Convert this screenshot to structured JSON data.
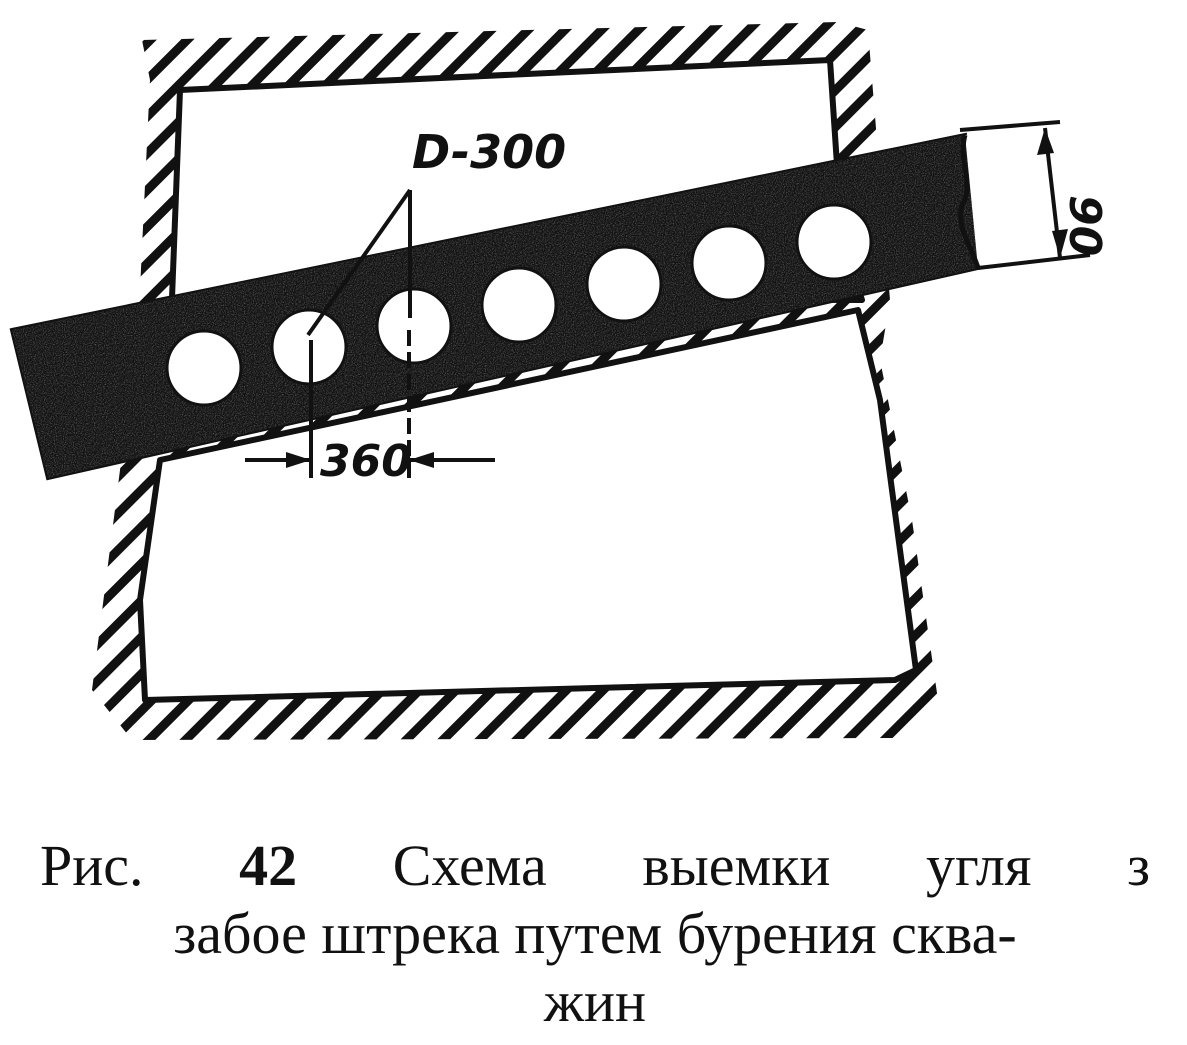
{
  "diagram": {
    "hole_diameter_label": "D-300",
    "hole_spacing_label": "360",
    "seam_thickness_label": "90",
    "hole_count": 7,
    "colors": {
      "ink": "#111111",
      "paper": "#ffffff"
    }
  },
  "caption": {
    "figure_label": "Рис.",
    "figure_number": "42",
    "line1_text": "Схема выемки угля з",
    "line2": "забое штрека путем бурения сква-",
    "line3": "жин"
  }
}
